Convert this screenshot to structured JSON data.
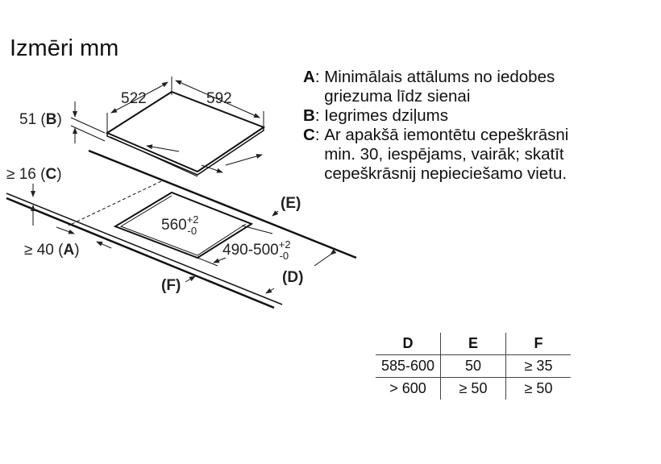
{
  "title": "Izmēri mm",
  "legend": [
    {
      "key": "A",
      "sep": ": ",
      "lines": [
        "Minimālais attālums no iedobes",
        "griezuma līdz sienai"
      ]
    },
    {
      "key": "B",
      "sep": ": ",
      "lines": [
        "Iegrimes dziļums"
      ]
    },
    {
      "key": "C",
      "sep": ": ",
      "lines": [
        "Ar apakšā iemontētu cepeškrāsni",
        "min. 30, iespējams, vairāk; skatīt",
        "cepeškrāsnij nepieciešamo vietu."
      ]
    }
  ],
  "diagram": {
    "width": "522",
    "length": "592",
    "depth": "51",
    "depth_key": "B",
    "thickness": "≥ 16",
    "thickness_key": "C",
    "wall": "≥ 40",
    "wall_key": "A",
    "cut_w": "560",
    "cut_w_tol_up": "+2",
    "cut_w_tol_dn": "-0",
    "cut_d": "490-500",
    "cut_d_tol_up": "+2",
    "cut_d_tol_dn": "-0",
    "label_e": "E",
    "label_d": "D",
    "label_f": "F"
  },
  "table": {
    "headers": [
      "D",
      "E",
      "F"
    ],
    "rows": [
      [
        "585-600",
        "50",
        "≥ 35"
      ],
      [
        "> 600",
        "≥ 50",
        "≥ 50"
      ]
    ]
  }
}
